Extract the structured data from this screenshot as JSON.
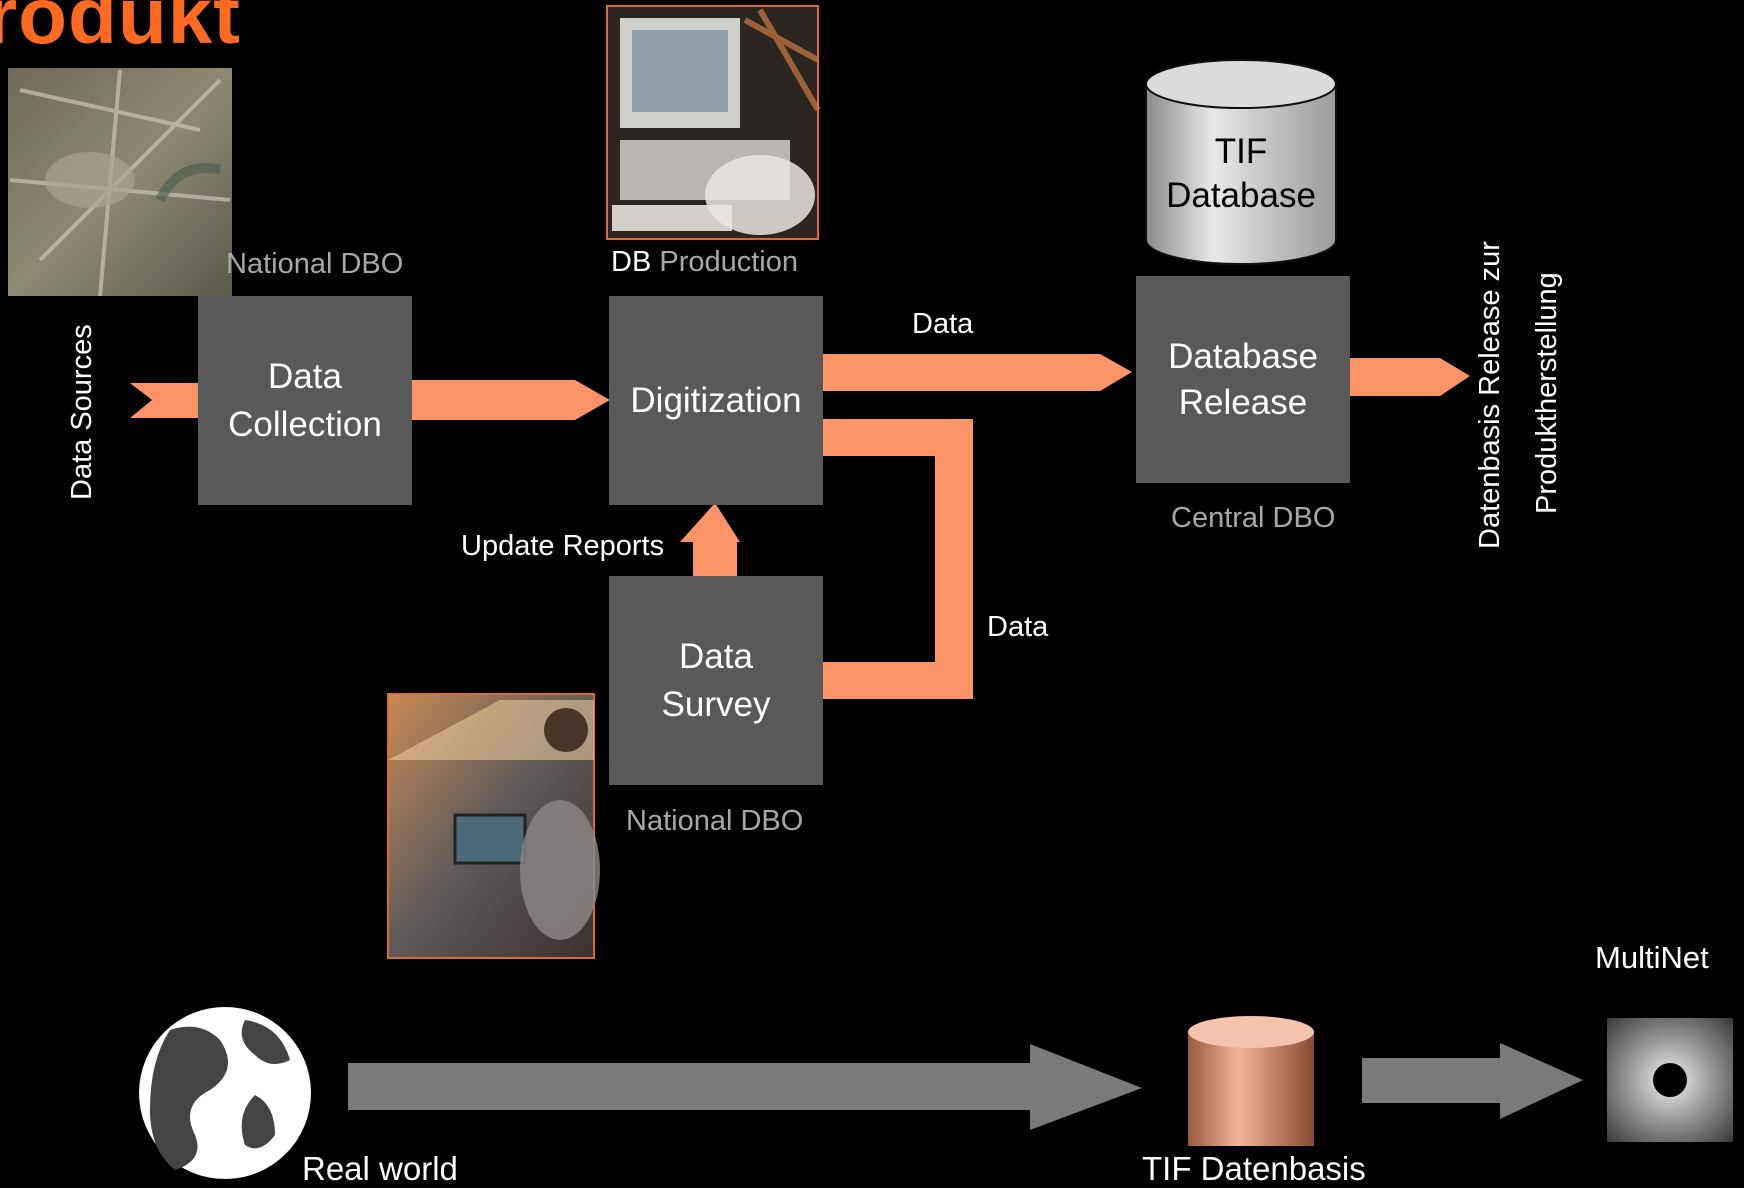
{
  "title": "rodukt",
  "data_sources_label": "Data Sources",
  "boxes": {
    "data_collection": "Data\nCollection",
    "digitization": "Digitization",
    "data_survey": "Data\nSurvey",
    "database_release": "Database\nRelease",
    "tif_database": "TIF\nDatabase"
  },
  "labels": {
    "national_dbo_top": "National DBO",
    "db_production_prefix": "DB",
    "db_production_suffix": "Production",
    "data_top": "Data",
    "data_right": "Data",
    "update_reports": "Update Reports",
    "national_dbo_bottom": "National DBO",
    "central_dbo": "Central DBO",
    "release_line1": "Datenbasis Release zur",
    "release_line2": "Produktherstellung"
  },
  "bottom": {
    "real_world": "Real world",
    "tif_datenbasis": "TIF Datenbasis",
    "multinet": "MultiNet"
  },
  "colors": {
    "title": "#ff6a20",
    "arrow": "#fc9468",
    "box": "#595959",
    "grey_arrow": "#7a7a7a",
    "grey_text": "#a8a8a8"
  }
}
